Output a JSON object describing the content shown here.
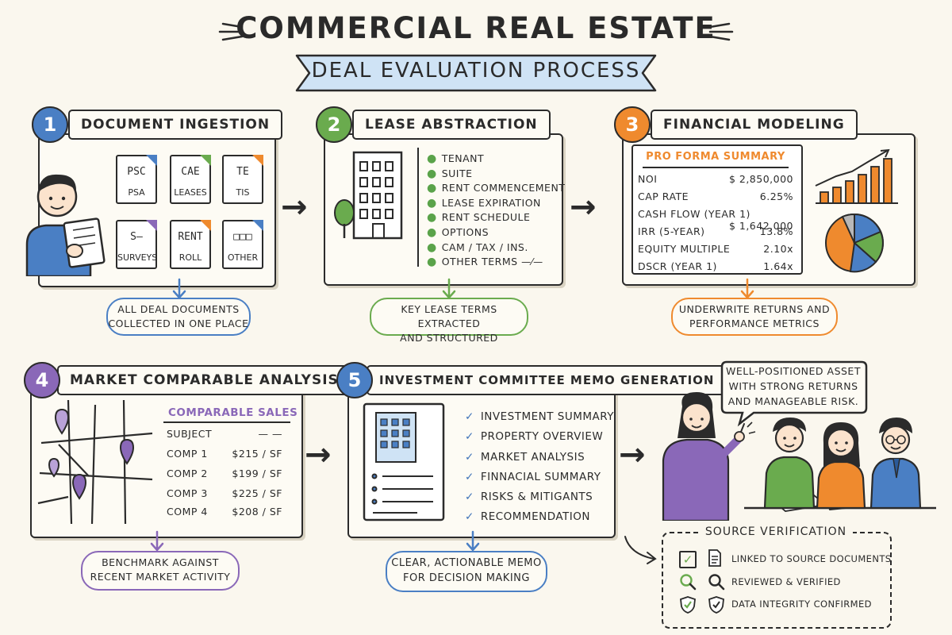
{
  "title": "COMMERCIAL REAL ESTATE",
  "subtitle": "DEAL EVALUATION PROCESS",
  "colors": {
    "blue": "#4a7fc4",
    "green": "#6aab4e",
    "orange": "#ef8a2e",
    "purple": "#8a68b8",
    "banner": "#cfe3f5"
  },
  "step1": {
    "number": "1",
    "header": "DOCUMENT INGESTION",
    "docs": [
      {
        "glyph": "PSC",
        "label": "PSA"
      },
      {
        "glyph": "CAE",
        "label": "LEASES"
      },
      {
        "glyph": "TE",
        "label": "TIS"
      },
      {
        "glyph": "S—",
        "label": "SURVEYS"
      },
      {
        "glyph": "RENT",
        "label": "ROLL"
      },
      {
        "glyph": "□□□",
        "label": "OTHER"
      }
    ],
    "callout": [
      "ALL DEAL DOCUMENTS",
      "COLLECTED IN ONE PLACE"
    ]
  },
  "step2": {
    "number": "2",
    "header": "LEASE ABSTRACTION",
    "items": [
      "TENANT",
      "SUITE",
      "RENT COMMENCEMENT",
      "LEASE EXPIRATION",
      "RENT SCHEDULE",
      "OPTIONS",
      "CAM / TAX / INS.",
      "OTHER TERMS"
    ],
    "callout": [
      "KEY LEASE TERMS EXTRACTED",
      "AND STRUCTURED"
    ]
  },
  "step3": {
    "number": "3",
    "header": "FINANCIAL MODELING",
    "table_title": "PRO FORMA SUMMARY",
    "rows": [
      {
        "label": "NOI",
        "value": "$ 2,850,000"
      },
      {
        "label": "CAP RATE",
        "value": "6.25%"
      },
      {
        "label": "CASH FLOW (YEAR 1)",
        "value": "$ 1,642,000"
      },
      {
        "label": "IRR (5-YEAR)",
        "value": "13.8%"
      },
      {
        "label": "EQUITY MULTIPLE",
        "value": "2.10x"
      },
      {
        "label": "DSCR (YEAR 1)",
        "value": "1.64x"
      }
    ],
    "callout": [
      "UNDERWRITE RETURNS AND",
      "PERFORMANCE METRICS"
    ]
  },
  "step4": {
    "number": "4",
    "header": "MARKET COMPARABLE ANALYSIS",
    "table_title": "COMPARABLE SALES",
    "rows": [
      {
        "label": "SUBJECT",
        "value": "— —"
      },
      {
        "label": "COMP 1",
        "value": "$215 / SF"
      },
      {
        "label": "COMP 2",
        "value": "$199 / SF"
      },
      {
        "label": "COMP 3",
        "value": "$225 / SF"
      },
      {
        "label": "COMP 4",
        "value": "$208 / SF"
      }
    ],
    "callout": [
      "BENCHMARK AGAINST",
      "RECENT MARKET ACTIVITY"
    ]
  },
  "step5": {
    "number": "5",
    "header": "INVESTMENT COMMITTEE MEMO GENERATION",
    "items": [
      "INVESTMENT SUMMARY",
      "PROPERTY OVERVIEW",
      "MARKET ANALYSIS",
      "FINNACIAL SUMMARY",
      "RISKS & MITIGANTS",
      "RECOMMENDATION"
    ],
    "callout": [
      "CLEAR, ACTIONABLE MEMO",
      "FOR DECISION MAKING"
    ]
  },
  "speech": [
    "WELL-POSITIONED ASSET",
    "WITH STRONG RETURNS",
    "AND MANAGEABLE RISK."
  ],
  "verification": {
    "title": "SOURCE VERIFICATION",
    "items": [
      "LINKED TO SOURCE DOCUMENTS",
      "REVIEWED & VERIFIED",
      "DATA INTEGRITY CONFIRMED"
    ]
  }
}
